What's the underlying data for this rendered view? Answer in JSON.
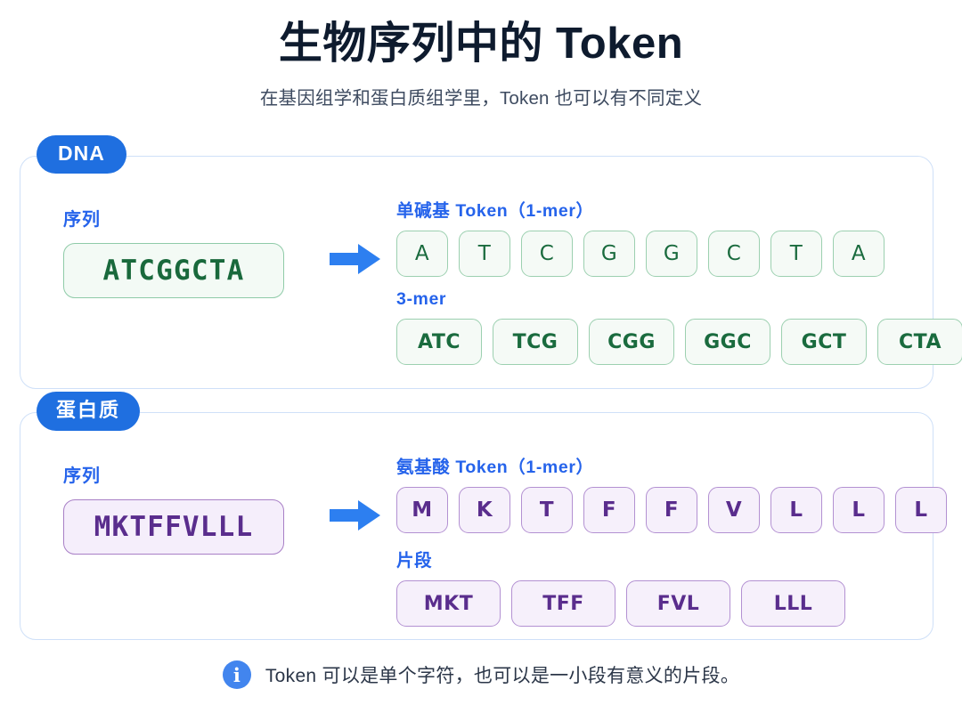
{
  "header": {
    "title": "生物序列中的 Token",
    "subtitle": "在基因组学和蛋白质组学里，Token 也可以有不同定义"
  },
  "colors": {
    "accent_blue": "#1f6fe0",
    "label_blue": "#2563eb",
    "arrow_blue": "#2d7ff0",
    "dna_green_text": "#19693c",
    "dna_green_border": "#8fcba8",
    "dna_green_fill": "#f3faf5",
    "protein_purple_text": "#5a2d8d",
    "protein_purple_border": "#a87fc6",
    "protein_purple_fill": "#f5eefb",
    "card_border": "#cfe0f8",
    "info_icon_blue": "#4285ee",
    "page_background": "#ffffff"
  },
  "cards": [
    {
      "badge": "DNA",
      "sequence_label": "序列",
      "sequence_value": "ATCGGCTA",
      "arrow_icon": "arrow-right-icon",
      "groups": [
        {
          "label": "单碱基 Token（1-mer）",
          "tokens": [
            "A",
            "T",
            "C",
            "G",
            "G",
            "C",
            "T",
            "A"
          ]
        },
        {
          "label": "3-mer",
          "tokens": [
            "ATC",
            "TCG",
            "CGG",
            "GGC",
            "GCT",
            "CTA"
          ]
        }
      ]
    },
    {
      "badge": "蛋白质",
      "sequence_label": "序列",
      "sequence_value": "MKTFFVLLL",
      "arrow_icon": "arrow-right-icon",
      "groups": [
        {
          "label": "氨基酸 Token（1-mer）",
          "tokens": [
            "M",
            "K",
            "T",
            "F",
            "F",
            "V",
            "L",
            "L",
            "L"
          ]
        },
        {
          "label": "片段",
          "tokens": [
            "MKT",
            "TFF",
            "FVL",
            "LLL"
          ]
        }
      ]
    }
  ],
  "footnote": {
    "icon": "info-icon",
    "icon_glyph": "i",
    "text": "Token 可以是单个字符，也可以是一小段有意义的片段。"
  }
}
